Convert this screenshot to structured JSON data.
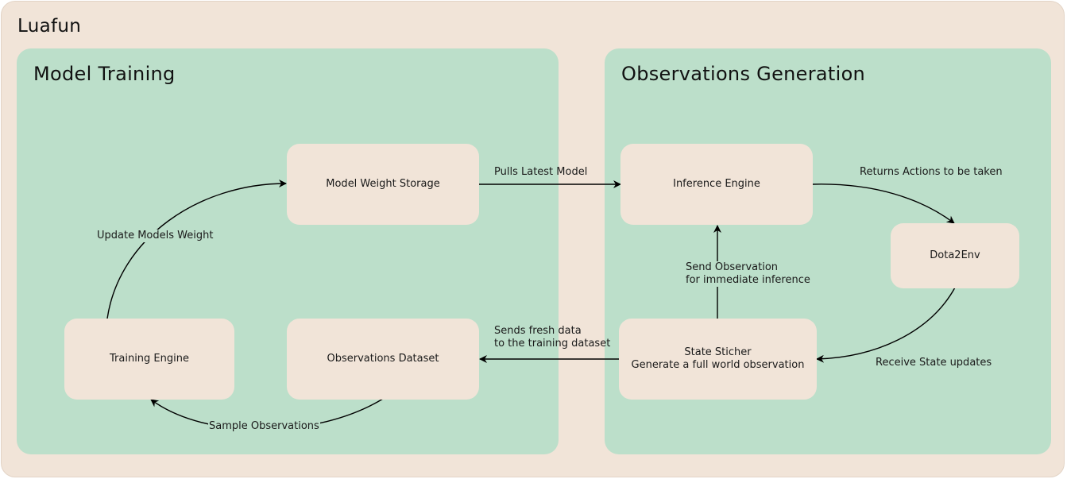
{
  "outer": {
    "title": "Luafun"
  },
  "groups": {
    "training": {
      "title": "Model Training"
    },
    "generation": {
      "title": "Observations Generation"
    }
  },
  "nodes": {
    "model_weight_storage": "Model Weight Storage",
    "training_engine": "Training Engine",
    "observations_dataset": "Observations Dataset",
    "inference_engine": "Inference Engine",
    "dota2env": "Dota2Env",
    "state_sticher": "State Sticher\nGenerate a full world observation"
  },
  "edges": {
    "update_models_weight": "Update Models Weight",
    "sample_observations": "Sample Observations",
    "pulls_latest_model": "Pulls Latest Model",
    "sends_fresh_data": "Sends fresh data\nto the training dataset",
    "returns_actions": "Returns Actions to be taken",
    "receive_state_updates": "Receive State updates",
    "send_observation": "Send Observation\nfor immediate inference"
  },
  "colors": {
    "background": "#f1e4d8",
    "group_fill": "#bcdfca",
    "node_fill": "#f1e4d8",
    "edge": "#000000"
  }
}
